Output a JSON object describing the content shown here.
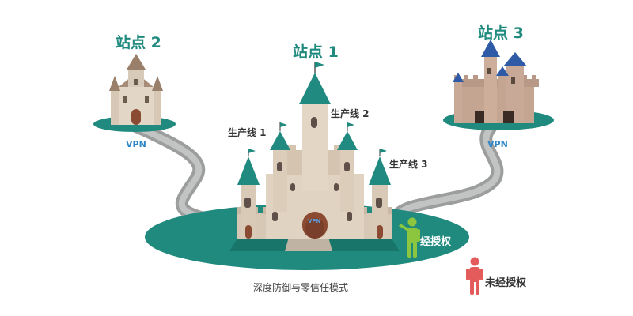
{
  "sites": {
    "site1": {
      "title": "站点 1",
      "lines": [
        "生产线 1",
        "生产线 2",
        "生产线 3"
      ],
      "gate_label": "VPN"
    },
    "site2": {
      "title": "站点 2",
      "vpn": "VPN"
    },
    "site3": {
      "title": "站点 3",
      "vpn": "VPN"
    }
  },
  "people": {
    "authorized": {
      "label": "经授权"
    },
    "unauthorized": {
      "label": "未经授权"
    }
  },
  "caption": "深度防御与零信任模式",
  "colors": {
    "teal": "#1f8a7d",
    "road": "#a9aaaa",
    "stone": "#cfc0ad",
    "roof": "#218a80",
    "vpn_blue": "#2e86c9",
    "authorized_green": "#8cc63f",
    "unauthorized_red": "#e35b5b"
  }
}
